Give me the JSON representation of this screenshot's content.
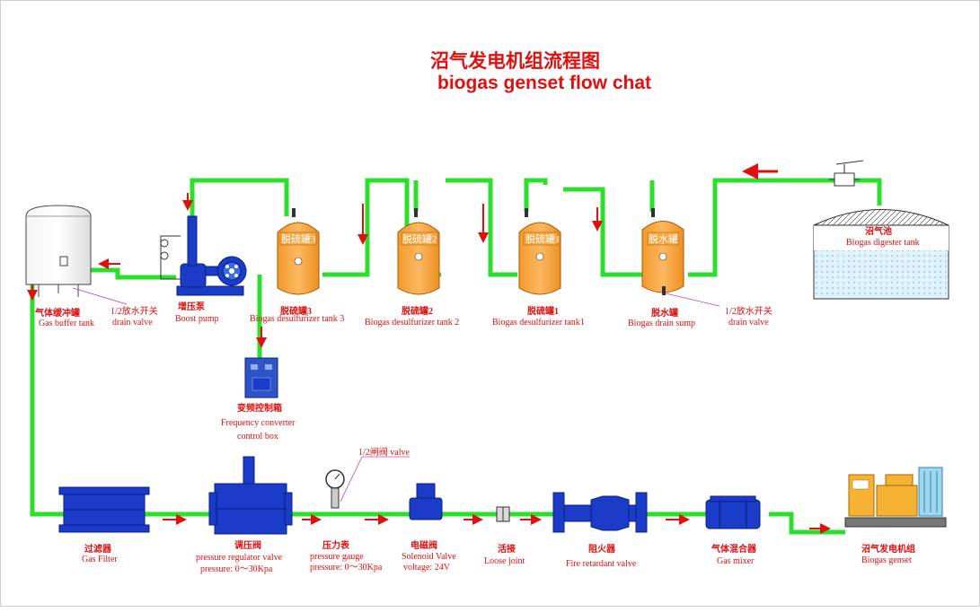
{
  "title": {
    "cn": "沼气发电机组流程图",
    "en": "biogas genset flow chat"
  },
  "components": {
    "buffer_tank": {
      "cn": "气体缓冲罐",
      "en": "Gas buffer tank"
    },
    "drain_valve_left": {
      "cn": "1/2放水开关",
      "en": "drain valve"
    },
    "boost_pump": {
      "cn": "增压泵",
      "en": "Boost pump"
    },
    "desulf3": {
      "tag": "脱硫罐3",
      "en": "Biogas desulfurizer tank 3"
    },
    "desulf2": {
      "tag": "脱硫罐2",
      "en": "Biogas desulfurizer tank 2"
    },
    "desulf1": {
      "tag": "脱硫罐1",
      "en": "Biogas desulfurizer tank1"
    },
    "drain_sump": {
      "tag": "脱水罐",
      "en": "Biogas drain sump"
    },
    "drain_valve_right": {
      "cn": "1/2放水开关",
      "en": "drain valve"
    },
    "digester": {
      "cn": "沼气池",
      "en": "Biogas digester tank"
    },
    "converter": {
      "cn": "变频控制箱",
      "en1": "Frequency converter",
      "en2": "control box"
    },
    "gas_filter": {
      "cn": "过滤器",
      "en": "Gas Filter"
    },
    "regulator": {
      "cn": "调压阀",
      "en": "pressure regulator valve",
      "detail": "pressure: 0～30Kpa"
    },
    "gauge": {
      "cn": "压力表",
      "en": "pressure gauge",
      "detail": "pressure: 0～30Kpa"
    },
    "gate_valve": {
      "label": "1/2闸阀 valve"
    },
    "solenoid": {
      "cn": "电磁阀",
      "en": "Solenoid Valve",
      "detail": "voltage: 24V"
    },
    "loose_joint": {
      "cn": "活接",
      "en": "Loose joint"
    },
    "fire_valve": {
      "cn": "阻火器",
      "en": "Fire retardant valve"
    },
    "mixer": {
      "cn": "气体混合器",
      "en": "Gas mixer"
    },
    "genset": {
      "cn": "沼气发电机组",
      "en": "Biogas genset"
    }
  },
  "colors": {
    "pipe": "#2cdf2c",
    "arrow": "#e01010",
    "tank": "#f8a642",
    "equipment": "#1a3cc8",
    "label": "#e01010"
  }
}
